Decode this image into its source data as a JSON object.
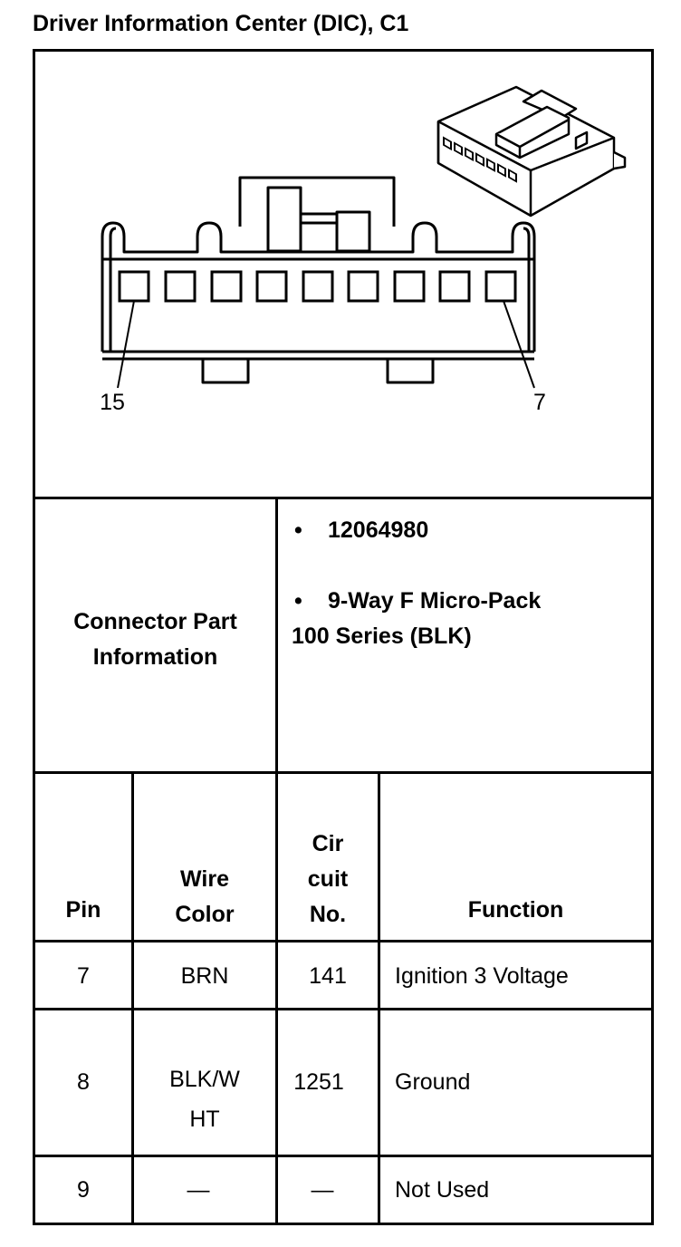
{
  "title": "Driver Information Center (DIC), C1",
  "diagram": {
    "pin_left_label": "15",
    "pin_right_label": "7"
  },
  "connector_info": {
    "label_line1": "Connector Part",
    "label_line2": "Information",
    "bullet": "•",
    "part_number": "12064980",
    "description_line1": "9-Way F Micro-Pack",
    "description_line2": "100 Series (BLK)"
  },
  "table": {
    "headers": {
      "pin": "Pin",
      "wire_color_line1": "Wire",
      "wire_color_line2": "Color",
      "circuit_line1": "Cir",
      "circuit_line2": "cuit",
      "circuit_line3": "No.",
      "function": "Function"
    },
    "rows": [
      {
        "pin": "7",
        "wire_color_line1": "BRN",
        "wire_color_line2": "",
        "circuit": "141",
        "function": "Ignition 3 Voltage"
      },
      {
        "pin": "8",
        "wire_color_line1": "BLK/W",
        "wire_color_line2": "HT",
        "circuit": "1251",
        "function": "Ground"
      },
      {
        "pin": "9",
        "wire_color_line1": "—",
        "wire_color_line2": "",
        "circuit": "—",
        "function": "Not Used"
      }
    ]
  }
}
